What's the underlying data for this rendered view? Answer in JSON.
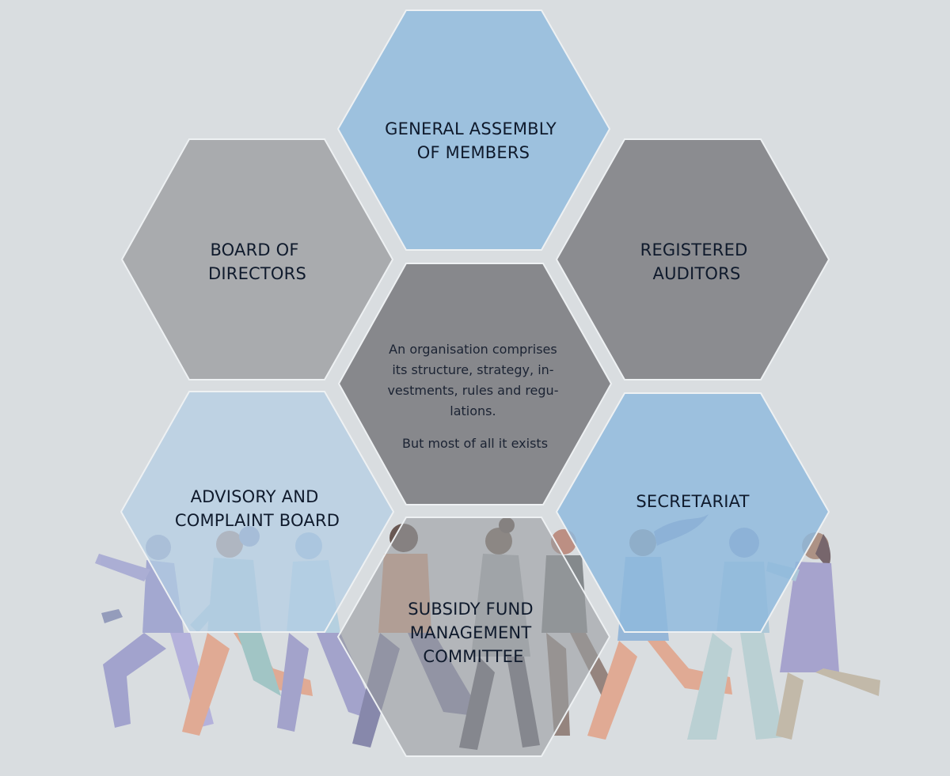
{
  "colors": {
    "background": "#d9dde0",
    "hex_blue": "#9dc1de",
    "hex_blue_light": "#b3cde3",
    "hex_blue_strong": "#8fb9dd",
    "hex_grey": "#a9abae",
    "hex_grey_dark": "#8b8c90",
    "hex_grey_center": "#87888c",
    "text_dark": "#0f1a2c"
  },
  "hexes": {
    "general_assembly": {
      "lines": [
        "GENERAL ASSEMBLY",
        "OF MEMBERS"
      ]
    },
    "board": {
      "lines": [
        "BOARD OF",
        "DIRECTORS"
      ]
    },
    "auditors": {
      "lines": [
        "REGISTERED",
        "AUDITORS"
      ]
    },
    "center": {
      "lines": [
        "An organisation comprises",
        "its structure, strategy, in-",
        "vestments, rules and regu-",
        "lations.",
        "",
        "But most of all it exists"
      ]
    },
    "advisory": {
      "lines": [
        "ADVISORY AND",
        "COMPLAINT BOARD"
      ]
    },
    "secretariat": {
      "lines": [
        "SECRETARIAT"
      ]
    },
    "subsidy": {
      "lines": [
        "SUBSIDY FUND",
        "MANAGEMENT",
        "COMMITTEE"
      ]
    }
  },
  "illustration": {
    "icon": "walking-people-illustration",
    "figure_colors": [
      "#9e9dc9",
      "#e1a58c",
      "#a9c6d8",
      "#7f8cb6",
      "#b9b3d6"
    ]
  }
}
